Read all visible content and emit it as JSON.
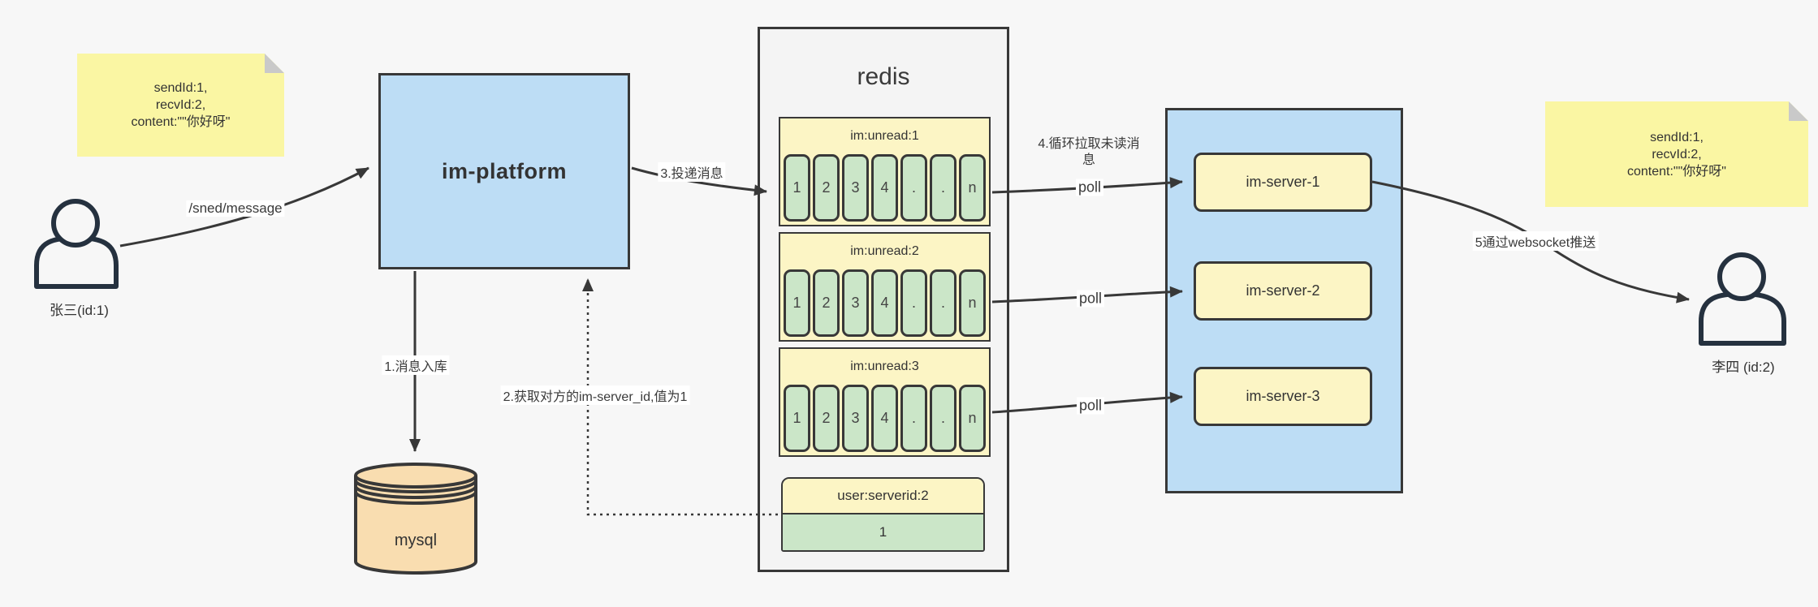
{
  "notes": {
    "left": {
      "lines": [
        "sendId:1,",
        "recvId:2,",
        "content:\"\"你好呀\""
      ]
    },
    "right": {
      "lines": [
        "sendId:1,",
        "recvId:2,",
        "content:\"\"你好呀\""
      ]
    }
  },
  "actors": {
    "sender": {
      "label": "张三(id:1)"
    },
    "receiver": {
      "label": "李四 (id:2)"
    }
  },
  "platform": {
    "label": "im-platform"
  },
  "mysql": {
    "label": "mysql"
  },
  "redis": {
    "title": "redis",
    "queues": [
      {
        "name": "im:unread:1",
        "cells": [
          "1",
          "2",
          "3",
          "4",
          ".",
          ".",
          "n"
        ]
      },
      {
        "name": "im:unread:2",
        "cells": [
          "1",
          "2",
          "3",
          "4",
          ".",
          ".",
          "n"
        ]
      },
      {
        "name": "im:unread:3",
        "cells": [
          "1",
          "2",
          "3",
          "4",
          ".",
          ".",
          "n"
        ]
      }
    ],
    "kv": {
      "name": "user:serverid:2",
      "value": "1"
    }
  },
  "servers": [
    {
      "label": "im-server-1"
    },
    {
      "label": "im-server-2"
    },
    {
      "label": "im-server-3"
    }
  ],
  "edges": {
    "send": "/sned/message",
    "step1": "1.消息入库",
    "step2": "2.获取对方的im-server_id,值为1",
    "step3": "3.投递消息",
    "step4": "4.循环拉取未读消息",
    "step5": "5通过websocket推送",
    "poll1": "poll",
    "poll2": "poll",
    "poll3": "poll"
  },
  "colors": {
    "bg": "#f7f7f7",
    "panel": "#f4f4f4",
    "blue": "#bdddf5",
    "cream": "#fcf5c5",
    "noteyellow": "#faf6a3",
    "green": "#cbe6c8",
    "tan": "#f9ddb0",
    "stroke": "#383838",
    "ink": "#333333",
    "fold": "#c9c9c9"
  }
}
